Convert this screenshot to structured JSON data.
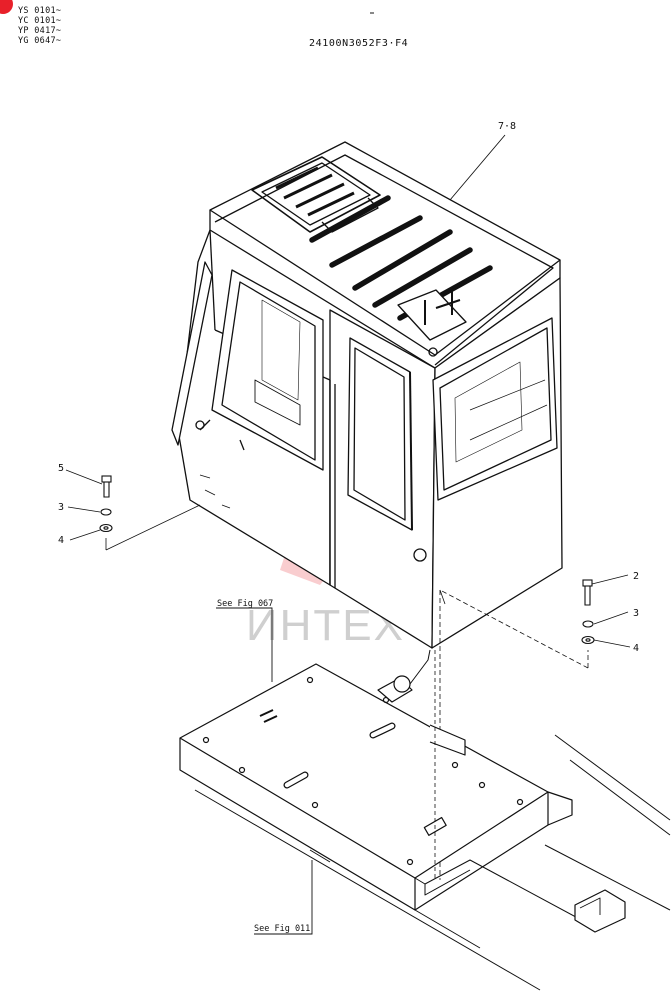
{
  "header": {
    "serials": [
      "YS 0101~",
      "YC 0101~",
      "YP 0417~",
      "YG 0647~"
    ],
    "document_number": "24100N3052F3·F4"
  },
  "callouts": {
    "cab": "7·8",
    "left_bolt": "5",
    "left_washer_a": "3",
    "left_washer_b": "4",
    "right_bolt": "2",
    "right_washer_a": "3",
    "right_washer_b": "4"
  },
  "references": {
    "upper": "See Fig 067",
    "lower": "See Fig 011"
  },
  "watermark": {
    "text": "ИНТЕХ",
    "color": "#e8202a"
  },
  "colors": {
    "ink": "#111111",
    "accent": "#e8202a"
  }
}
